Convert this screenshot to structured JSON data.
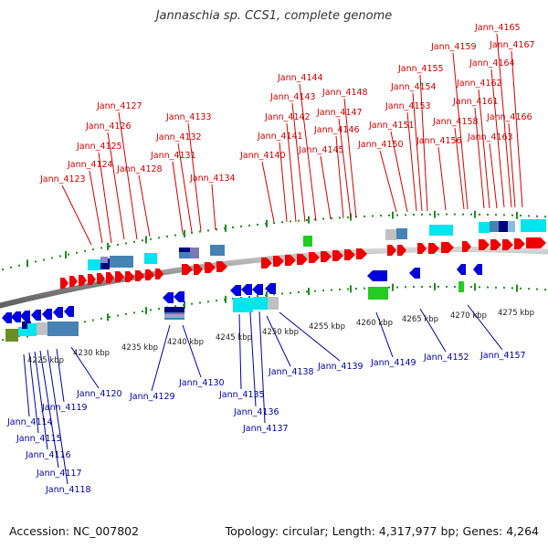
{
  "title": "Jannaschia sp. CCS1, complete genome",
  "footer": {
    "accession": "Accession: NC_007802",
    "summary": "Topology: circular; Length: 4,317,977 bp; Genes: 4,264"
  },
  "colors": {
    "top_label": "#cc0000",
    "bottom_label": "#00009c",
    "tick": "#228b22",
    "backbone": "#8a8a8a"
  },
  "scale_labels": [
    "4225 kbp",
    "4230 kbp",
    "4235 kbp",
    "4240 kbp",
    "4245 kbp",
    "4250 kbp",
    "4255 kbp",
    "4260 kbp",
    "4265 kbp",
    "4270 kbp",
    "4275 kbp"
  ],
  "top_genes": [
    "Jann_4123",
    "Jann_4124",
    "Jann_4125",
    "Jann_4126",
    "Jann_4127",
    "Jann_4128",
    "Jann_4131",
    "Jann_4132",
    "Jann_4133",
    "Jann_4134",
    "Jann_4140",
    "Jann_4141",
    "Jann_4142",
    "Jann_4143",
    "Jann_4144",
    "Jann_4145",
    "Jann_4146",
    "Jann_4147",
    "Jann_4148",
    "Jann_4150",
    "Jann_4151",
    "Jann_4153",
    "Jann_4154",
    "Jann_4155",
    "Jann_4156",
    "Jann_4158",
    "Jann_4159",
    "Jann_4161",
    "Jann_4162",
    "Jann_4163",
    "Jann_4164",
    "Jann_4165",
    "Jann_4166",
    "Jann_4167"
  ],
  "bottom_genes": [
    "Jann_4114",
    "Jann_4115",
    "Jann_4116",
    "Jann_4117",
    "Jann_4118",
    "Jann_4119",
    "Jann_4120",
    "Jann_4129",
    "Jann_4130",
    "Jann_4135",
    "Jann_4136",
    "Jann_4137",
    "Jann_4138",
    "Jann_4139",
    "Jann_4149",
    "Jann_4152",
    "Jann_4157"
  ]
}
